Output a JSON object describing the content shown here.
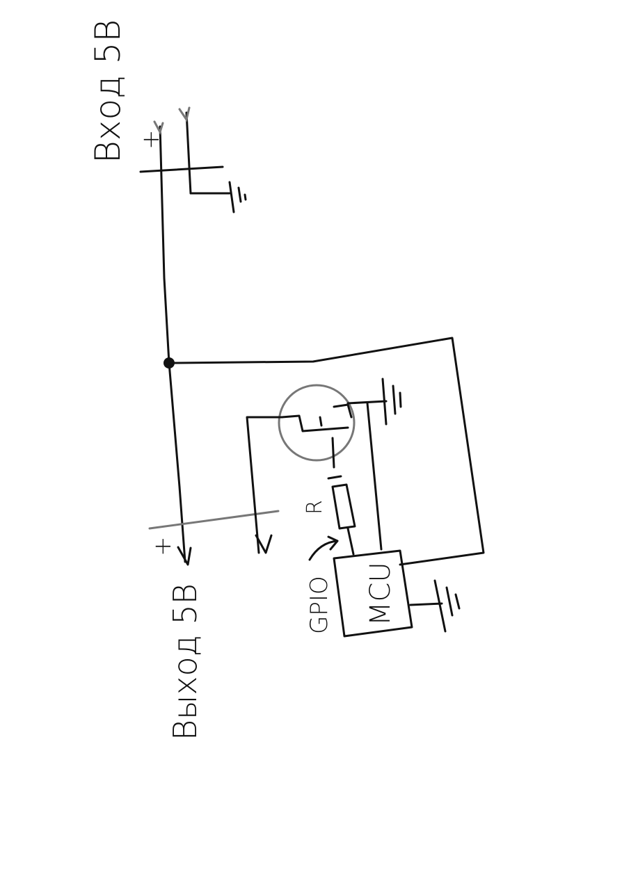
{
  "labels": {
    "input": "Вход 5В",
    "output": "Выход 5В",
    "plus_top": "+",
    "plus_bottom": "+",
    "resistor": "R",
    "gpio": "GPIO",
    "mcu": "MCU"
  }
}
